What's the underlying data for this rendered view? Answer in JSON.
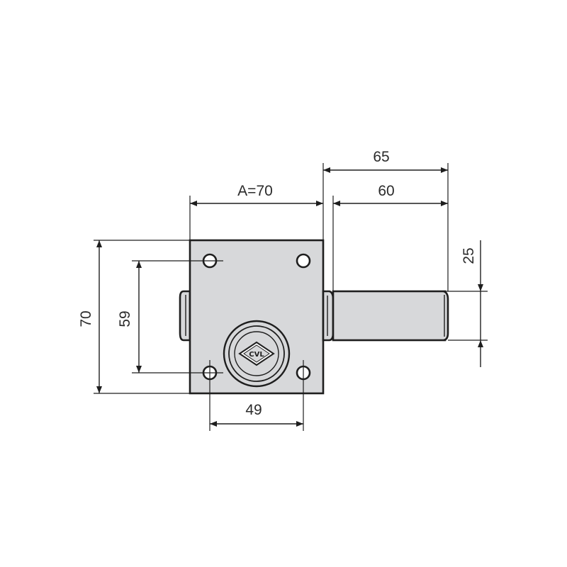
{
  "colors": {
    "body_fill": "#d7d8da",
    "outline": "#1e1e1e",
    "text": "#2b2b2b"
  },
  "dimensions": {
    "lock_width": "A=70",
    "bolt_throw_total": "65",
    "bolt_throw": "60",
    "bolt_height": "25",
    "lock_height": "70",
    "hole_spacing_vertical": "59",
    "hole_spacing_horizontal": "49"
  },
  "logo": {
    "text": "CVL"
  }
}
